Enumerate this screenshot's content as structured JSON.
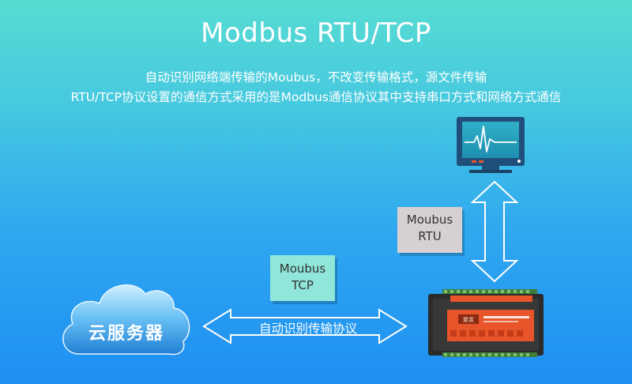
{
  "title": "Modbus RTU/TCP",
  "description": {
    "line1": "自动识别网络端传输的Moubus，不改变传输格式，源文件传输",
    "line2": "RTU/TCP协议设置的通信方式采用的是Modbus通信协议其中支持串口方式和网络方式通信"
  },
  "labels": {
    "rtu_line1": "Moubus",
    "rtu_line2": "RTU",
    "tcp_line1": "Moubus",
    "tcp_line2": "TCP",
    "cloud": "云服务器",
    "arrow": "自动识别传输协议"
  },
  "colors": {
    "background_top": "#57dcd2",
    "background_bottom": "#1f8ff2",
    "rtu_box": "#d7d0d2",
    "tcp_box": "#8fe6d9",
    "device_body": "#2b2b2b",
    "device_panel": "#e8552a"
  }
}
